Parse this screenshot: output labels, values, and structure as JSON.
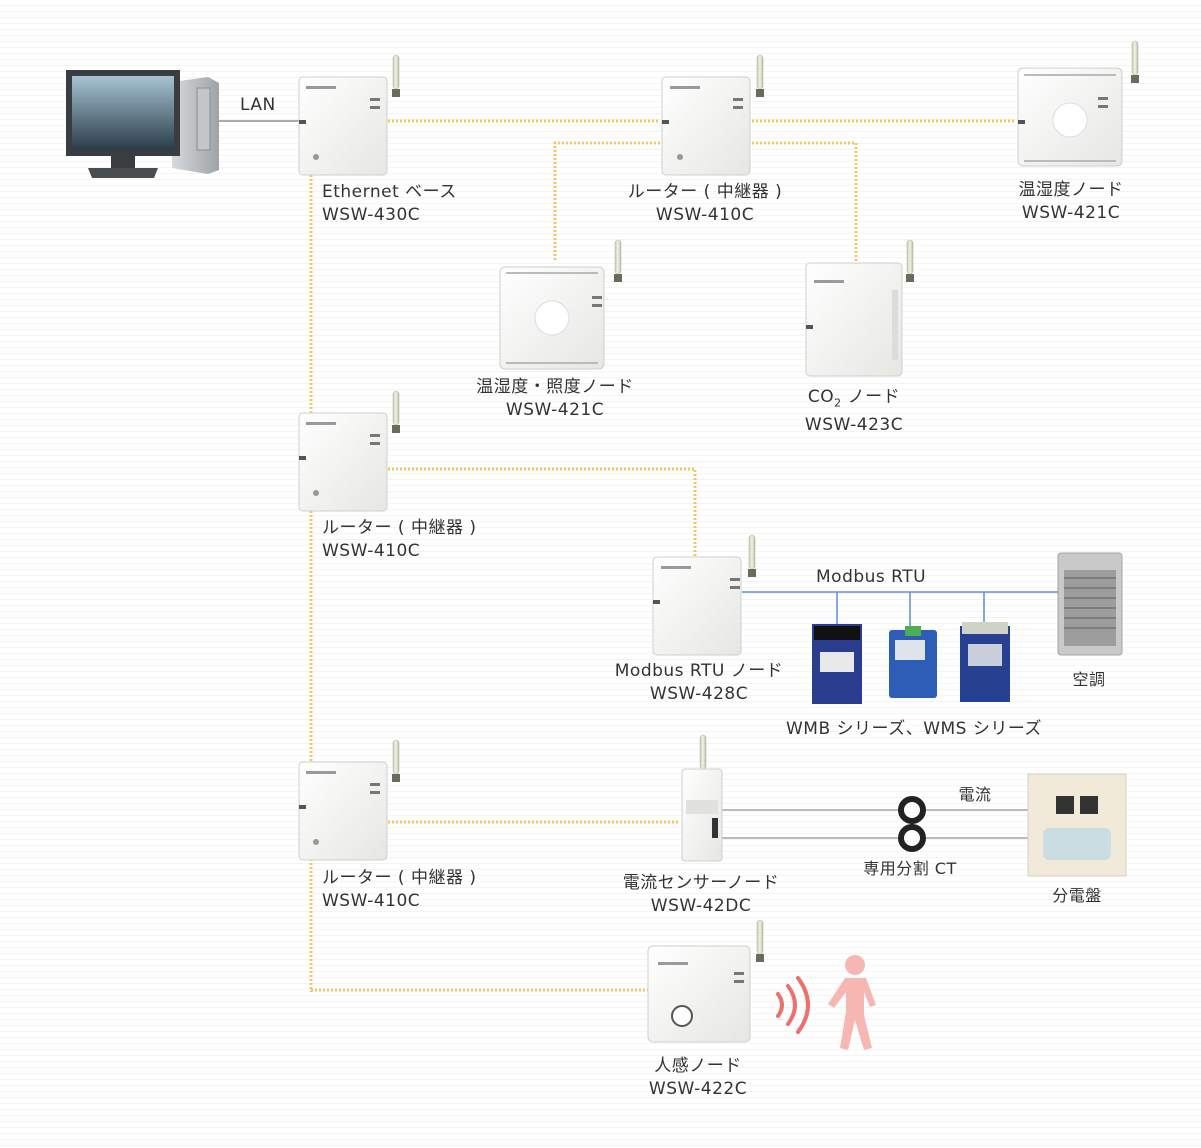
{
  "lan_label": "LAN",
  "nodes": {
    "ethernet_base": {
      "name": "Ethernet ベース",
      "model": "WSW-430C"
    },
    "router_top": {
      "name": "ルーター ( 中継器 )",
      "model": "WSW-410C"
    },
    "temp_humidity_top": {
      "name": "温湿度ノード",
      "model": "WSW-421C"
    },
    "temp_humidity_light": {
      "name": "温湿度・照度ノード",
      "model": "WSW-421C"
    },
    "co2": {
      "name_prefix": "CO",
      "name_sub": "2",
      "name_suffix": " ノード",
      "model": "WSW-423C"
    },
    "router_mid": {
      "name": "ルーター ( 中継器 )",
      "model": "WSW-410C"
    },
    "modbus": {
      "name": "Modbus RTU ノード",
      "model": "WSW-428C"
    },
    "router_low": {
      "name": "ルーター ( 中継器 )",
      "model": "WSW-410C"
    },
    "current_sensor": {
      "name": "電流センサーノード",
      "model": "WSW-42DC"
    },
    "motion": {
      "name": "人感ノード",
      "model": "WSW-422C"
    }
  },
  "modbus_bus_label": "Modbus RTU",
  "wmb_series_label": "WMB シリーズ、WMS シリーズ",
  "aircon_label": "空調",
  "current_label": "電流",
  "ct_label": "専用分割 CT",
  "panel_label": "分電盤",
  "colors": {
    "wireless_link": "#f2c766",
    "lan_line": "#aaaaaa",
    "modbus_line": "#5b8fd6",
    "device_body": "#f6f6f4",
    "person": "#f6b7b2",
    "waves": "#ef6f6a"
  }
}
